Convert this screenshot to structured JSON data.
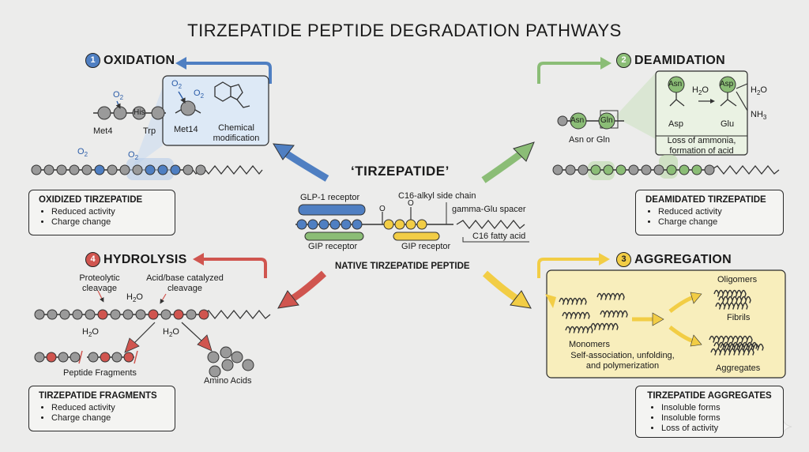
{
  "title": "TIRZEPATIDE PEPTIDE DEGRADATION PATHWAYS",
  "colors": {
    "blue": "#4f7fc2",
    "green": "#8bbd76",
    "red": "#d0554f",
    "yellow": "#f2cd45",
    "gray": "#9a9a9a"
  },
  "center": {
    "name": "‘TIRZEPATIDE’",
    "caption": "NATIVE TIRZEPATIDE PEPTIDE",
    "labels": {
      "glp1": "GLP-1 receptor",
      "gip_left": "GIP receptor",
      "gip_right": "GIP receptor",
      "c16_side": "C16-alkyl side chain",
      "spacer": "gamma-Glu spacer",
      "fatty": "C16 fatty acid",
      "o": "O"
    }
  },
  "oxidation": {
    "number": "1",
    "header": "OXIDATION",
    "o2": "O",
    "sub2": "2",
    "his": "His",
    "met4": "Met4",
    "trp": "Trp",
    "met14": "Met14",
    "chem": "Chemical\nmodification",
    "box_title": "OXIDIZED TIRZEPATIDE",
    "bullets": [
      "Reduced activity",
      "Charge change"
    ]
  },
  "deamidation": {
    "number": "2",
    "header": "DEAMIDATION",
    "asn": "Asn",
    "gln": "Gln",
    "asn_or_gln": "Asn  or  Gln",
    "asp": "Asp",
    "glu": "Glu",
    "h2o_in": "H",
    "h2o_out": "H",
    "nh3": "NH",
    "loss": "Loss of ammonia,\nformation of acid",
    "box_title": "DEAMIDATED TIRZEPATIDE",
    "bullets": [
      "Reduced activity",
      "Charge change"
    ]
  },
  "hydrolysis": {
    "number": "4",
    "header": "HYDROLYSIS",
    "proteolytic": "Proteolytic\ncleavage",
    "acidbase": "Acid/base catalyzed\ncleavage",
    "fragments": "Peptide Fragments",
    "amino": "Amino Acids",
    "box_title": "TIRZEPATIDE FRAGMENTS",
    "bullets": [
      "Reduced activity",
      "Charge change"
    ]
  },
  "aggregation": {
    "number": "3",
    "header": "AGGREGATION",
    "oligomers": "Oligomers",
    "fibrils": "Fibrils",
    "monomers": "Monomers",
    "aggregates": "Aggregates",
    "process": "Self-association, unfolding,\nand polymerization",
    "box_title": "TIRZEPATIDE AGGREGATES",
    "bullets": [
      "Insoluble forms",
      "Insoluble forms",
      "Loss of activity"
    ]
  }
}
